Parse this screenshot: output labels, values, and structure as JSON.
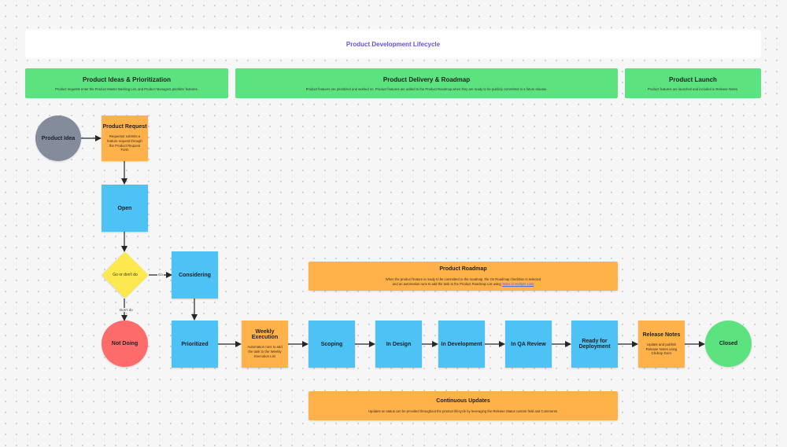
{
  "title": "Product Development Lifecycle",
  "phases": [
    {
      "title": "Product Ideas & Prioritization",
      "desc": "Product requests enter the Product Master Backlog List, and Product Managers prioritize features."
    },
    {
      "title": "Product Delivery & Roadmap",
      "desc": "Product features are prioritized and worked on. Product features are added to the Product Roadmap when they are ready to be publicly committed to a future release."
    },
    {
      "title": "Product Launch",
      "desc": "Product features are launched and included in Release Notes."
    }
  ],
  "nodes": {
    "product_idea": "Product Idea",
    "product_request": {
      "title": "Product Request",
      "desc": "Requestor submits a feature request through the Product Request Form"
    },
    "open": "Open",
    "decision": "Go or don't do",
    "considering": "Considering",
    "not_doing": "Not Doing",
    "prioritized": "Prioritized",
    "weekly_execution": {
      "title": "Weekly Execution",
      "desc": "Automation runs to add the task to the Weekly Execution List"
    },
    "scoping": "Scoping",
    "in_design": "In Design",
    "in_development": "In Development",
    "in_qa_review": "In QA Review",
    "ready_for_deployment": "Ready for Deployment",
    "release_notes": {
      "title": "Release Notes",
      "desc": "Update and publish Release Notes using ClickUp Docs"
    },
    "closed": "Closed"
  },
  "edge_labels": {
    "go": "Go",
    "dont_do": "Don't do"
  },
  "product_roadmap": {
    "title": "Product Roadmap",
    "desc_line1": "When the product feature is ready to be committed to the roadmap, the On Roadmap checkbox is selected",
    "desc_line2": "and an automation runs to add the task to the Product Roadmap List using",
    "link": "Tasks in Multiple Lists"
  },
  "continuous_updates": {
    "title": "Continuous Updates",
    "desc": "Updates on status can be provided throughout the product lifecycle by leveraging the Release Status custom field and Comments."
  },
  "colors": {
    "phase_green": "#5ce27e",
    "task_blue": "#4cc2f5",
    "note_orange": "#ffb14a",
    "decision_yellow": "#fce94f",
    "not_doing_red": "#fd6b6b",
    "idea_grey": "#848c9b",
    "title_purple": "#6b4fe0"
  }
}
